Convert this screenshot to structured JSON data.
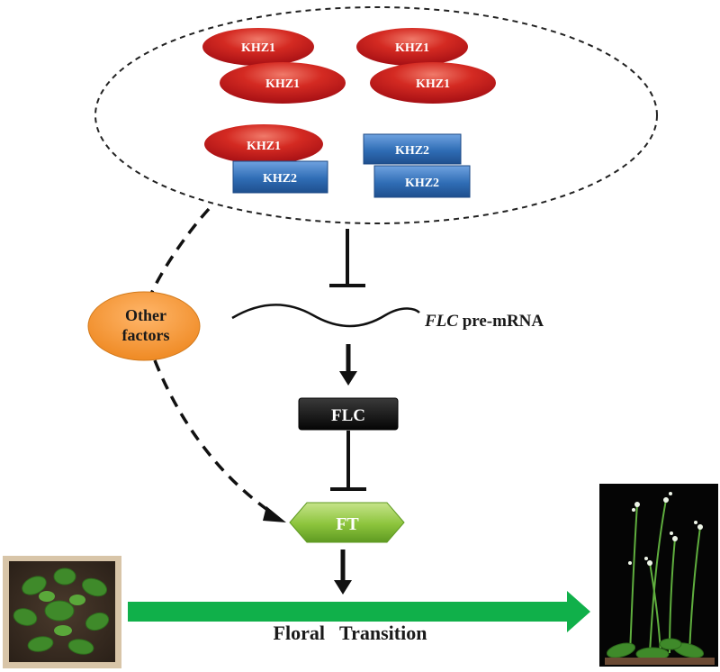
{
  "proteins": {
    "khz1": "KHZ1",
    "khz2": "KHZ2"
  },
  "other_factors": {
    "line1": "Other",
    "line2": "factors"
  },
  "flc_premrna": {
    "gene": "FLC",
    "suffix": " pre-mRNA"
  },
  "flc_box": "FLC",
  "ft_box": "FT",
  "floral_transition": "Floral   Transition",
  "colors": {
    "khz1_red": "#c8161d",
    "khz2_blue": "#2f6db5",
    "other_orange": "#f39230",
    "ft_green": "#8cc43c",
    "arrow_green": "#10b04a",
    "flc_black": "#111111"
  }
}
